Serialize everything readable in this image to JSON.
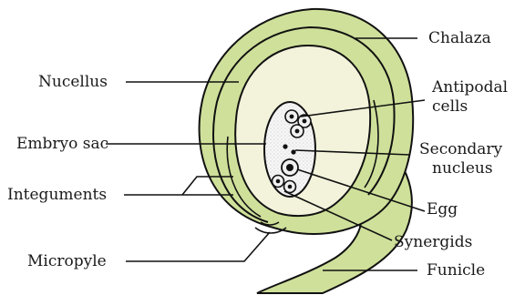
{
  "labels": {
    "chalaza": "Chalaza",
    "nucellus": "Nucellus",
    "antipodal_line1": "Antipodal",
    "antipodal_line2": "cells",
    "embryo_sac": "Embryo sac",
    "secondary_line1": "Secondary",
    "secondary_line2": "nucleus",
    "integuments": "Integuments",
    "egg": "Egg",
    "synergids": "Synergids",
    "micropyle": "Micropyle",
    "funicle": "Funicle"
  },
  "colors": {
    "integument_fill": "#cfe09a",
    "nucellus_fill": "#f3f3dc",
    "embryo_sac_fill": "#f7f7f7",
    "outline": "#111111"
  }
}
